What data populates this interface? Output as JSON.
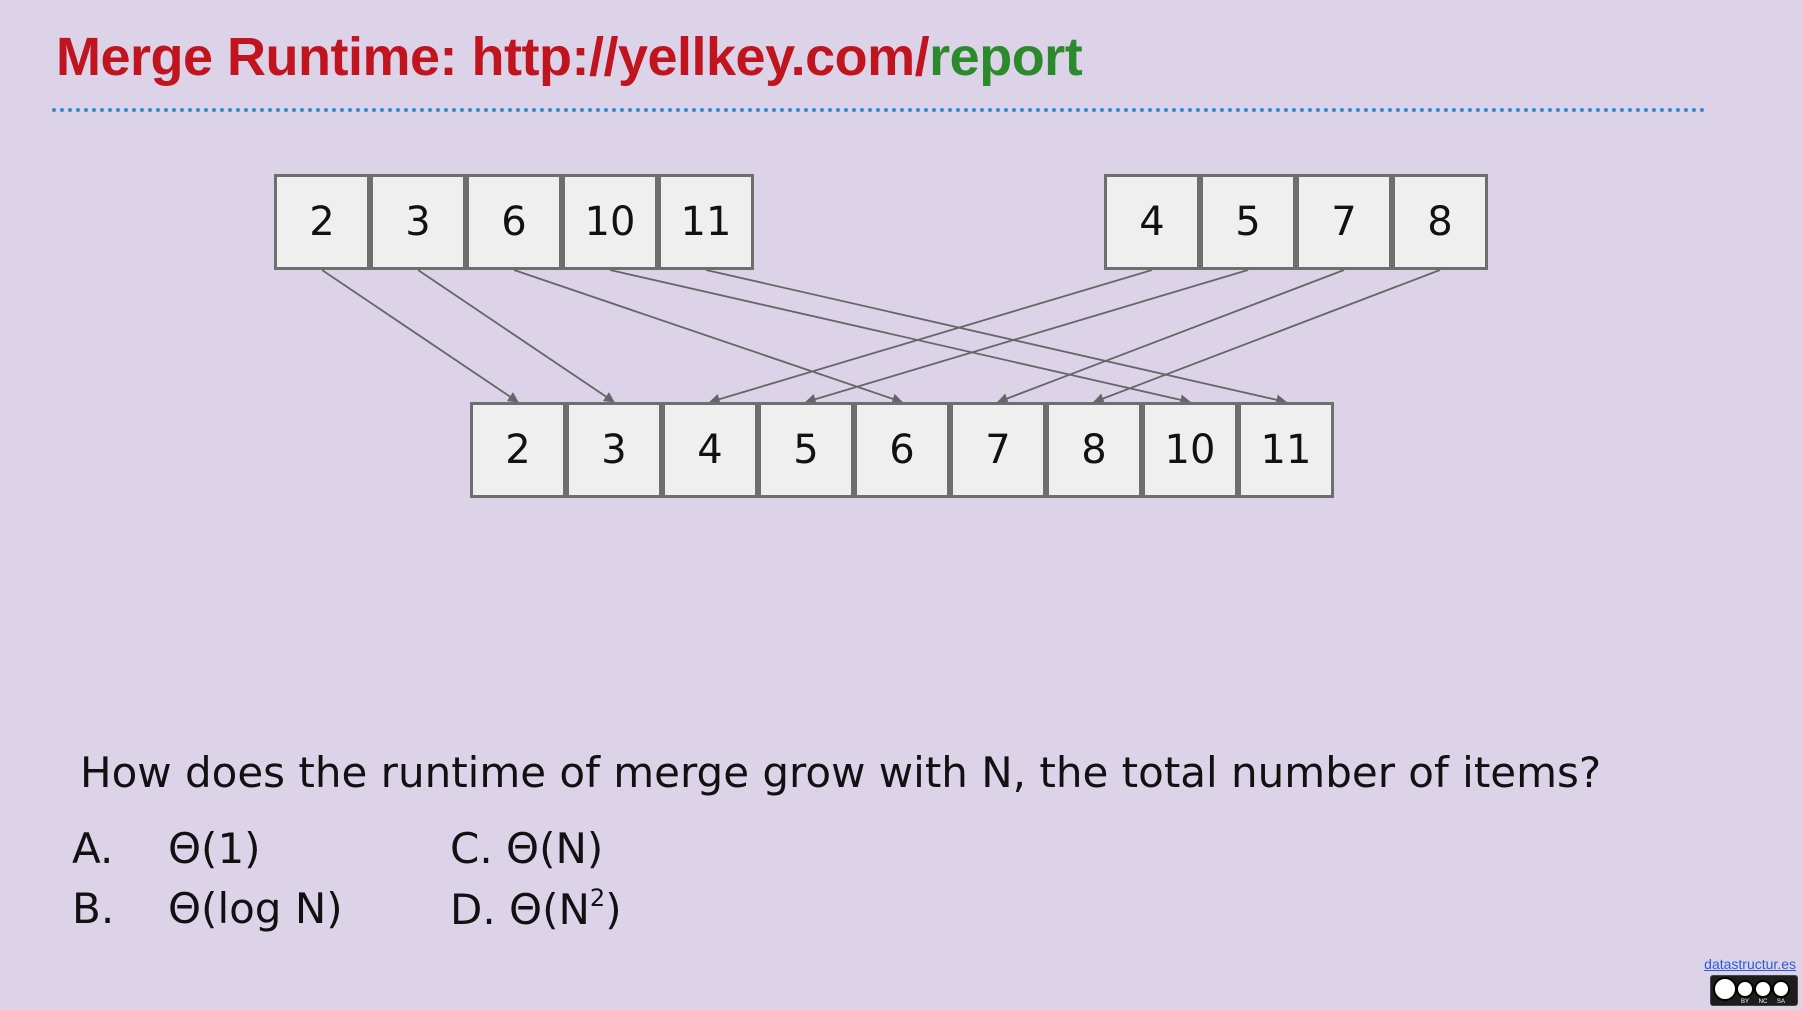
{
  "title": {
    "prefix": "Merge Runtime: http://yellkey.com/",
    "suffix": "report"
  },
  "left_array": [
    "2",
    "3",
    "6",
    "10",
    "11"
  ],
  "right_array": [
    "4",
    "5",
    "7",
    "8"
  ],
  "merged_array": [
    "2",
    "3",
    "4",
    "5",
    "6",
    "7",
    "8",
    "10",
    "11"
  ],
  "question": "How does the runtime of merge grow with N, the total number of items?",
  "options": {
    "a_letter": "A.",
    "a_text": "Θ(1)",
    "b_letter": "B.",
    "b_text": "Θ(log N)",
    "c_text": "C. Θ(N)",
    "d_text_pre": "D. Θ(N",
    "d_sup": "2",
    "d_text_post": ")"
  },
  "credit": {
    "link_text": "datastructur.es",
    "license_labels": [
      "BY",
      "NC",
      "SA"
    ]
  },
  "colors": {
    "background": "#dcd3e9",
    "title_red": "#c0141f",
    "title_green": "#2c8a2c",
    "rule_blue": "#3a86d6",
    "arrow_gray": "#666666"
  }
}
